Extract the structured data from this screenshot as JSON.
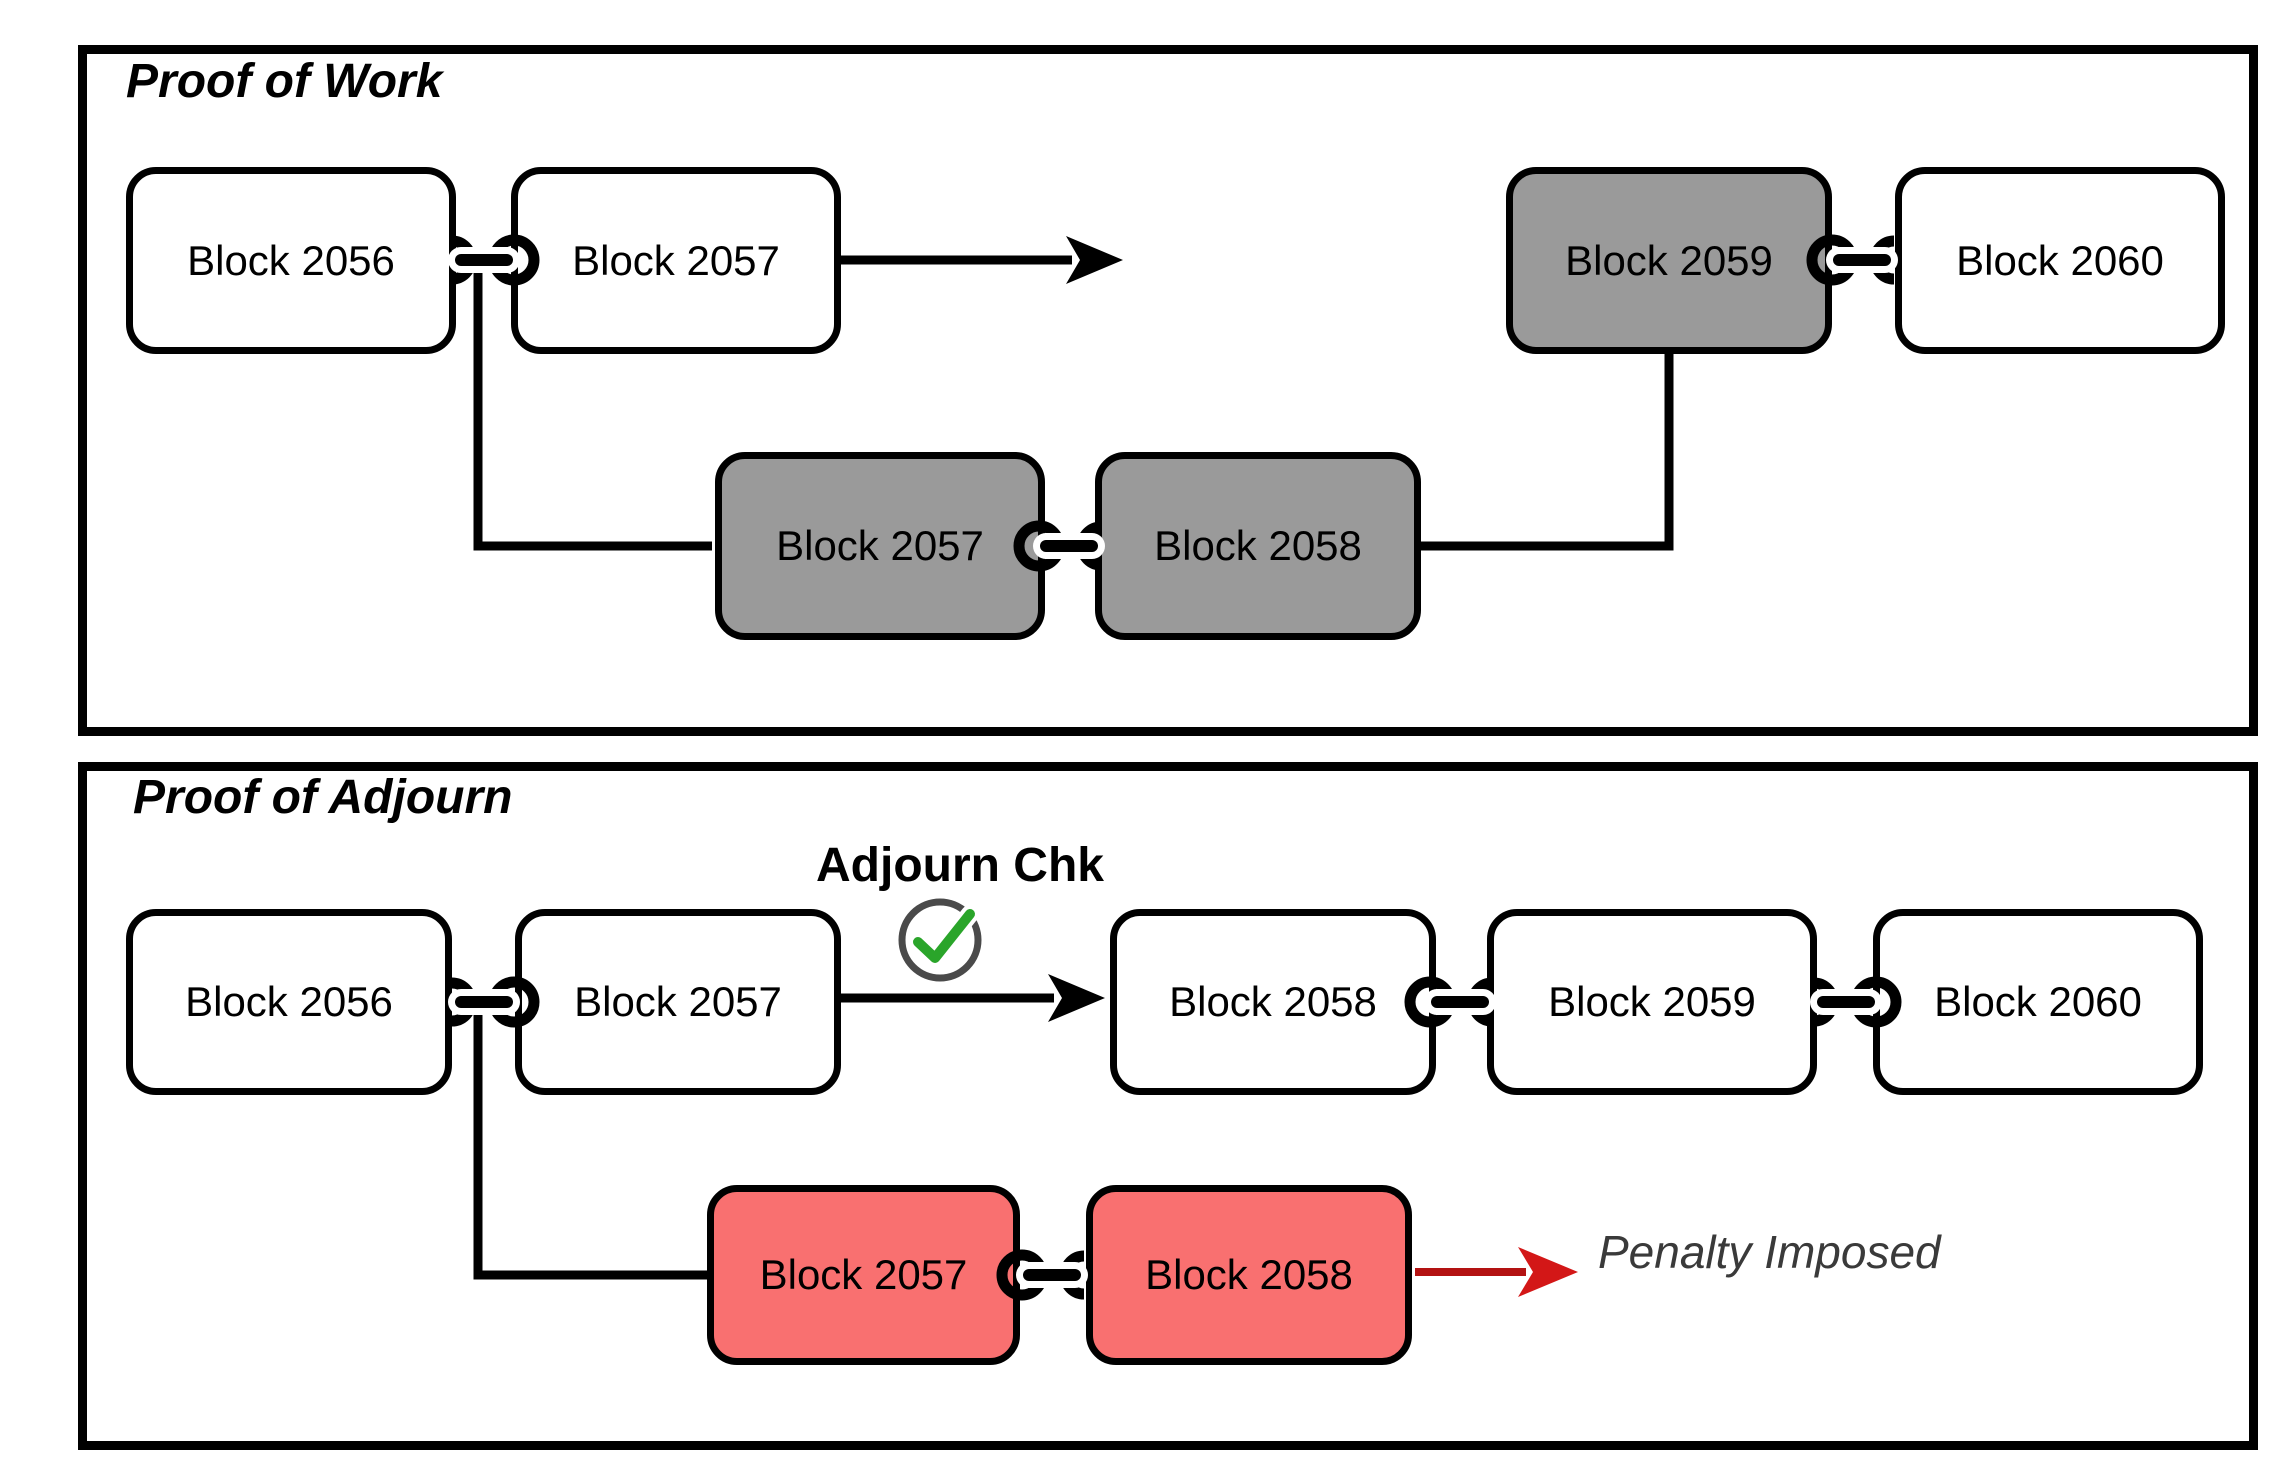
{
  "panels": [
    {
      "id": "proof-of-work",
      "title": "Proof of Work",
      "nodes": [
        {
          "label": "Block 2056",
          "variant": "white"
        },
        {
          "label": "Block 2057",
          "variant": "white"
        },
        {
          "label": "Block 2057",
          "variant": "gray"
        },
        {
          "label": "Block 2058",
          "variant": "gray"
        },
        {
          "label": "Block 2059",
          "variant": "gray"
        },
        {
          "label": "Block 2060",
          "variant": "white"
        }
      ]
    },
    {
      "id": "proof-of-adjourn",
      "title": "Proof of Adjourn",
      "adjourn_check_label": "Adjourn Chk",
      "penalty_label": "Penalty Imposed",
      "nodes": [
        {
          "label": "Block 2056",
          "variant": "white"
        },
        {
          "label": "Block 2057",
          "variant": "white"
        },
        {
          "label": "Block 2058",
          "variant": "white"
        },
        {
          "label": "Block 2059",
          "variant": "white"
        },
        {
          "label": "Block 2060",
          "variant": "white"
        },
        {
          "label": "Block 2057",
          "variant": "red"
        },
        {
          "label": "Block 2058",
          "variant": "red"
        }
      ]
    }
  ],
  "icons": {
    "chain": "chain-link-icon",
    "check": "check-circle-icon"
  },
  "colors": {
    "white_block": "#FFFFFF",
    "gray_block": "#9A9A9A",
    "red_block": "#F97070",
    "block_border": "#000000",
    "line_black": "#000000",
    "check_green": "#2AA52A",
    "check_ring_gray": "#4A4A4A",
    "penalty_arrow_shaft": "#B31212",
    "penalty_arrow_head": "#D31717",
    "penalty_text": "#3A3A3A"
  }
}
